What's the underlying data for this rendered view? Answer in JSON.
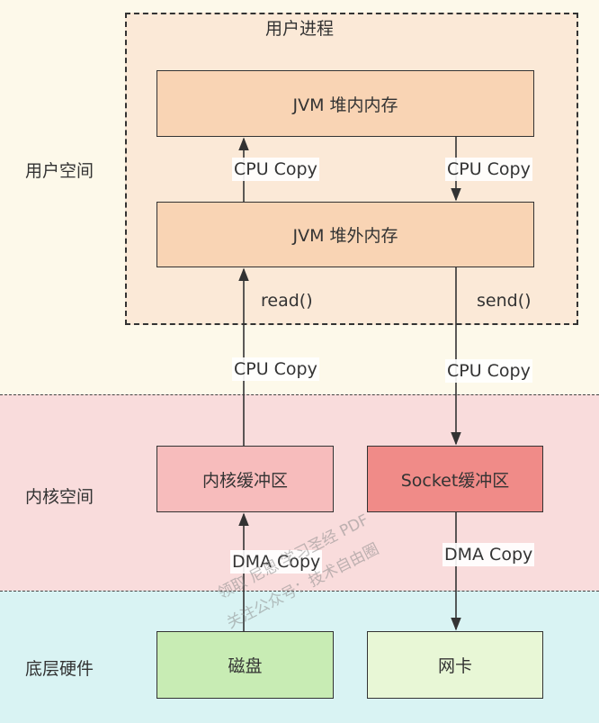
{
  "layers": {
    "user": "用户空间",
    "kernel": "内核空间",
    "hardware": "底层硬件"
  },
  "process_title": "用户进程",
  "boxes": {
    "jvm_heap": "JVM 堆内内存",
    "jvm_offheap": "JVM 堆外内存",
    "kernel_buffer": "内核缓冲区",
    "socket_buffer": "Socket缓冲区",
    "disk": "磁盘",
    "nic": "网卡"
  },
  "edges": {
    "cpu_copy_up_top": "CPU Copy",
    "cpu_copy_down_top": "CPU Copy",
    "read": "read()",
    "send": "send()",
    "cpu_copy_up_kernel": "CPU Copy",
    "cpu_copy_down_kernel": "CPU Copy",
    "dma_copy_up": "DMA Copy",
    "dma_copy_down": "DMA Copy"
  },
  "watermark": {
    "line1": "领取 尼恩 学习圣经 PDF",
    "line2": "关注公众号：技术自由圈"
  }
}
